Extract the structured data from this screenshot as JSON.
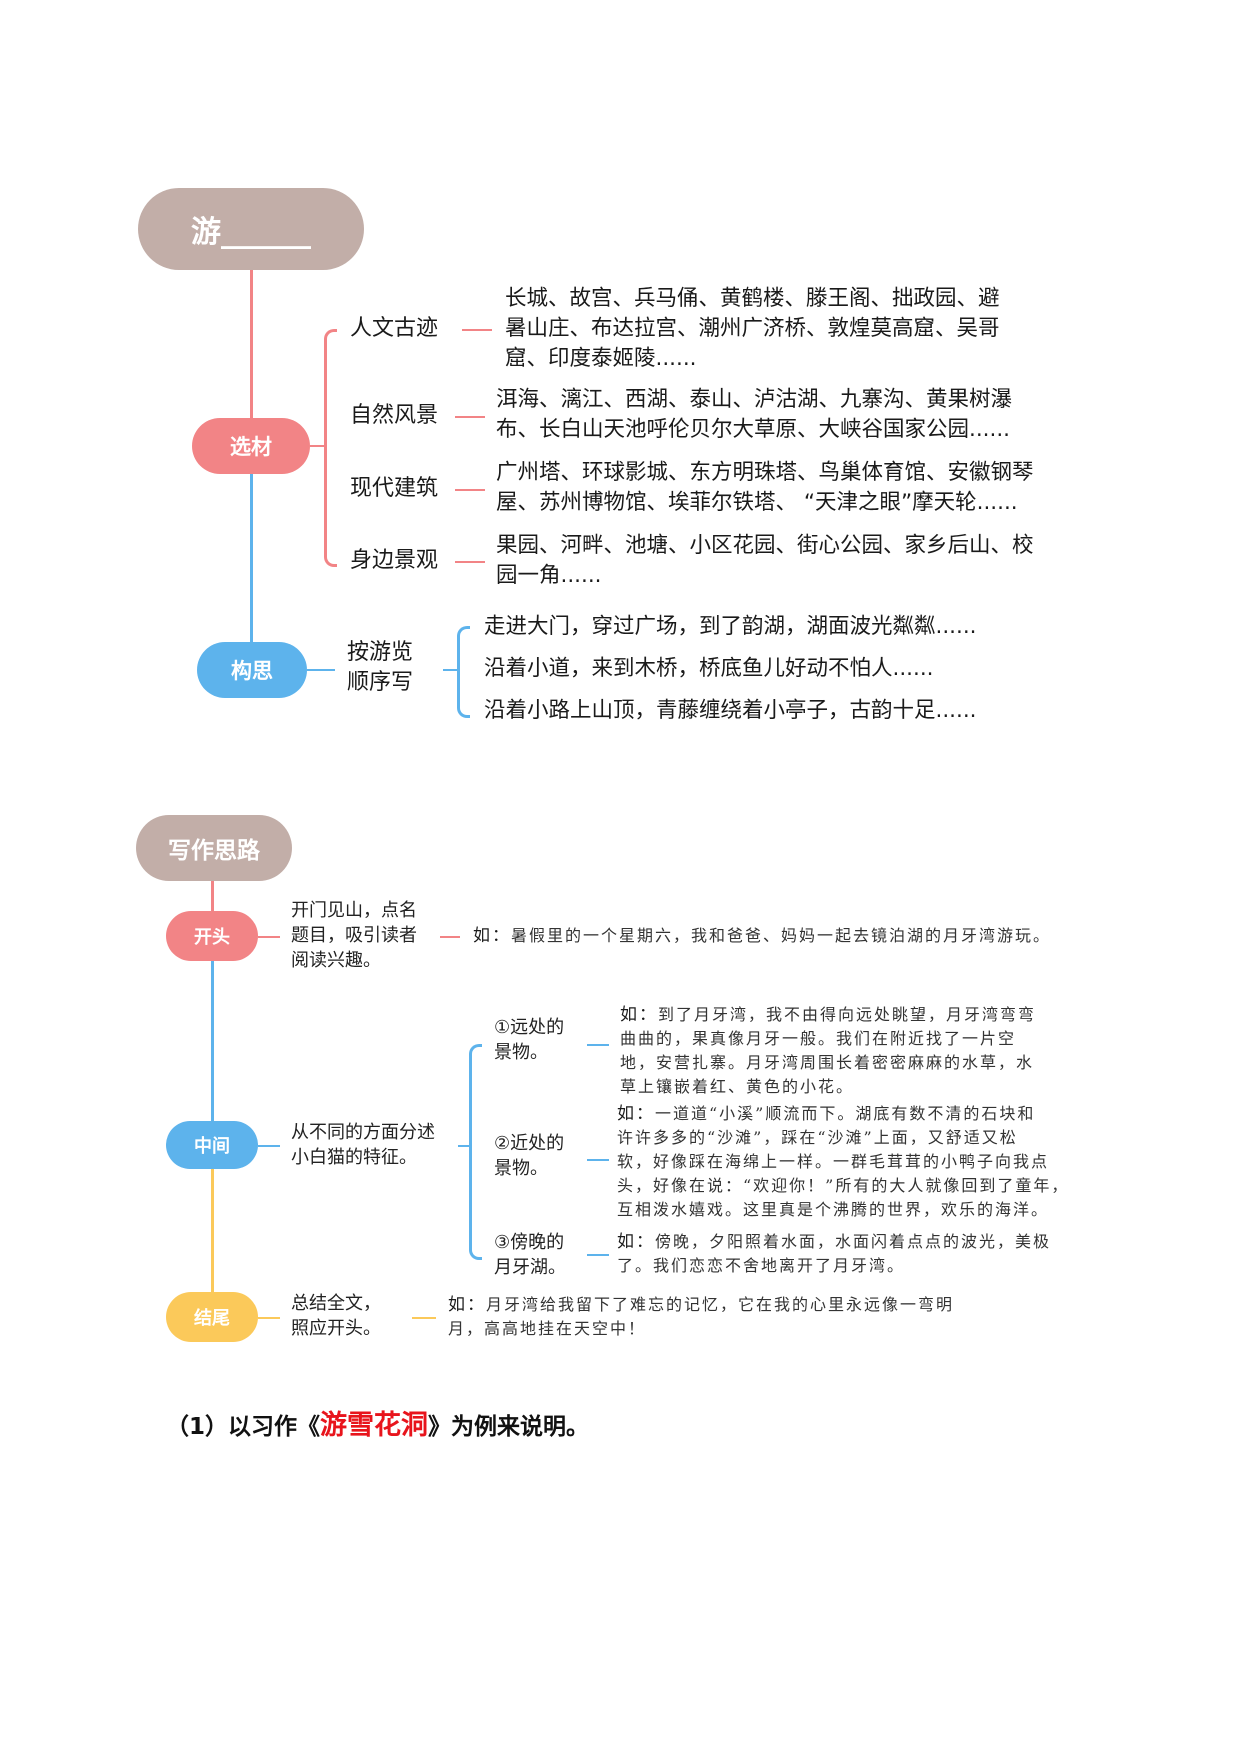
{
  "section1": {
    "root": "游______",
    "branches": [
      {
        "node": "选材",
        "color": "#f28486",
        "categories": [
          {
            "label": "人文古迹",
            "lines": [
              "长城、故宫、兵马俑、黄鹤楼、滕王阁、拙政园、避",
              "暑山庄、布达拉宫、潮州广济桥、敦煌莫高窟、吴哥",
              "窟、印度泰姬陵......"
            ]
          },
          {
            "label": "自然风景",
            "lines": [
              "洱海、漓江、西湖、泰山、泸沽湖、九寨沟、黄果树瀑",
              "布、长白山天池呼伦贝尔大草原、大峡谷国家公园......"
            ]
          },
          {
            "label": "现代建筑",
            "lines": [
              "广州塔、环球影城、东方明珠塔、鸟巢体育馆、安徽钢琴",
              "屋、苏州博物馆、埃菲尔铁塔、 “天津之眼”摩天轮......"
            ]
          },
          {
            "label": "身边景观",
            "lines": [
              "果园、河畔、池塘、小区花园、街心公园、家乡后山、校",
              "园一角......"
            ]
          }
        ]
      },
      {
        "node": "构思",
        "color": "#5db3ec",
        "label_lines": [
          "按游览",
          "顺序写"
        ],
        "items": [
          "走进大门，穿过广场，到了韵湖，湖面波光粼粼......",
          "沿着小道，来到木桥，桥底鱼儿好动不怕人......",
          "沿着小路上山顶，青藤缠绕着小亭子，古韵十足......"
        ]
      }
    ]
  },
  "section2": {
    "root": "写作思路",
    "opening": {
      "node": "开头",
      "color": "#f28486",
      "label_lines": [
        "开门见山，点名",
        "题目，吸引读者",
        "阅读兴趣。"
      ],
      "example_prefix": "如：",
      "example": "暑假里的一个星期六，我和爸爸、妈妈一起去镜泊湖的月牙湾游玩。"
    },
    "middle": {
      "node": "中间",
      "color": "#5db3ec",
      "label_lines": [
        "从不同的方面分述",
        "小白猫的特征。"
      ],
      "points": [
        {
          "label_lines": [
            "①远处的",
            "景物。"
          ],
          "example_prefix": "如：",
          "example_lines": [
            "到了月牙湾，我不由得向远处眺望，月牙湾弯弯",
            "曲曲的，果真像月牙一般。我们在附近找了一片空",
            "地，安营扎寨。月牙湾周围长着密密麻麻的水草，水",
            "草上镶嵌着红、黄色的小花。"
          ]
        },
        {
          "label_lines": [
            "②近处的",
            "景物。"
          ],
          "example_prefix": "如：",
          "example_lines": [
            "一道道“小溪”顺流而下。湖底有数不清的石块和",
            "许许多多的“沙滩”，踩在“沙滩”上面，又舒适又松",
            "软，好像踩在海绵上一样。一群毛茸茸的小鸭子向我点",
            "头，好像在说：“欢迎你！”所有的大人就像回到了童年，",
            "互相泼水嬉戏。这里真是个沸腾的世界，欢乐的海洋。"
          ]
        },
        {
          "label_lines": [
            "③傍晚的",
            "月牙湖。"
          ],
          "example_prefix": "如：",
          "example_lines": [
            "傍晚，夕阳照着水面，水面闪着点点的波光，美极",
            "了。我们恋恋不舍地离开了月牙湾。"
          ]
        }
      ]
    },
    "ending": {
      "node": "结尾",
      "color": "#fbc95a",
      "label_lines": [
        "总结全文，",
        "照应开头。"
      ],
      "example_prefix": "如：",
      "example_lines": [
        "月牙湾给我留下了难忘的记忆，它在我的心里永远像一弯明",
        "月，高高地挂在天空中！"
      ]
    }
  },
  "caption": {
    "prefix": "（1）以习作《",
    "highlight": "游雪花洞",
    "suffix": "》为例来说明。",
    "highlight_color": "#e8141c"
  }
}
